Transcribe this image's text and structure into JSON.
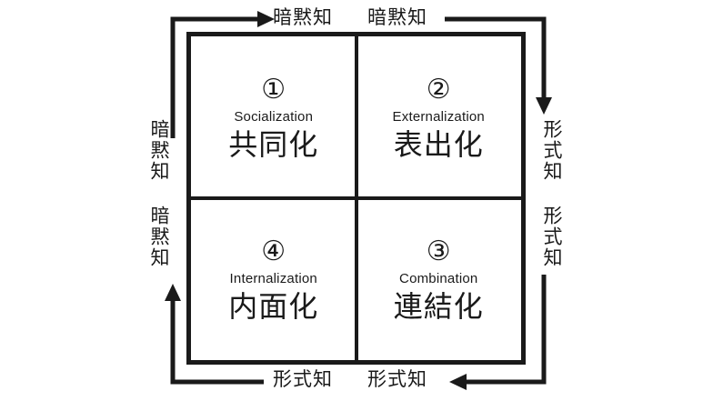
{
  "grid": {
    "quadrants": [
      {
        "number": "①",
        "name": "Socialization",
        "kanji": "共同化"
      },
      {
        "number": "②",
        "name": "Externalization",
        "kanji": "表出化"
      },
      {
        "number": "④",
        "name": "Internalization",
        "kanji": "内面化"
      },
      {
        "number": "③",
        "name": "Combination",
        "kanji": "連結化"
      }
    ]
  },
  "edge_labels": {
    "top_left": "暗黙知",
    "top_right": "暗黙知",
    "right_upper": "形式知",
    "right_lower": "形式知",
    "bottom_left": "形式知",
    "bottom_right": "形式知",
    "left_upper": "暗黙知",
    "left_lower": "暗黙知"
  },
  "icons": {
    "arrowhead-right": "►",
    "arrowhead-down": "▼",
    "arrowhead-left": "◄",
    "arrowhead-up": "▲"
  },
  "colors": {
    "line": "#1a1a1a",
    "text": "#1a1a1a",
    "background": "#ffffff"
  }
}
